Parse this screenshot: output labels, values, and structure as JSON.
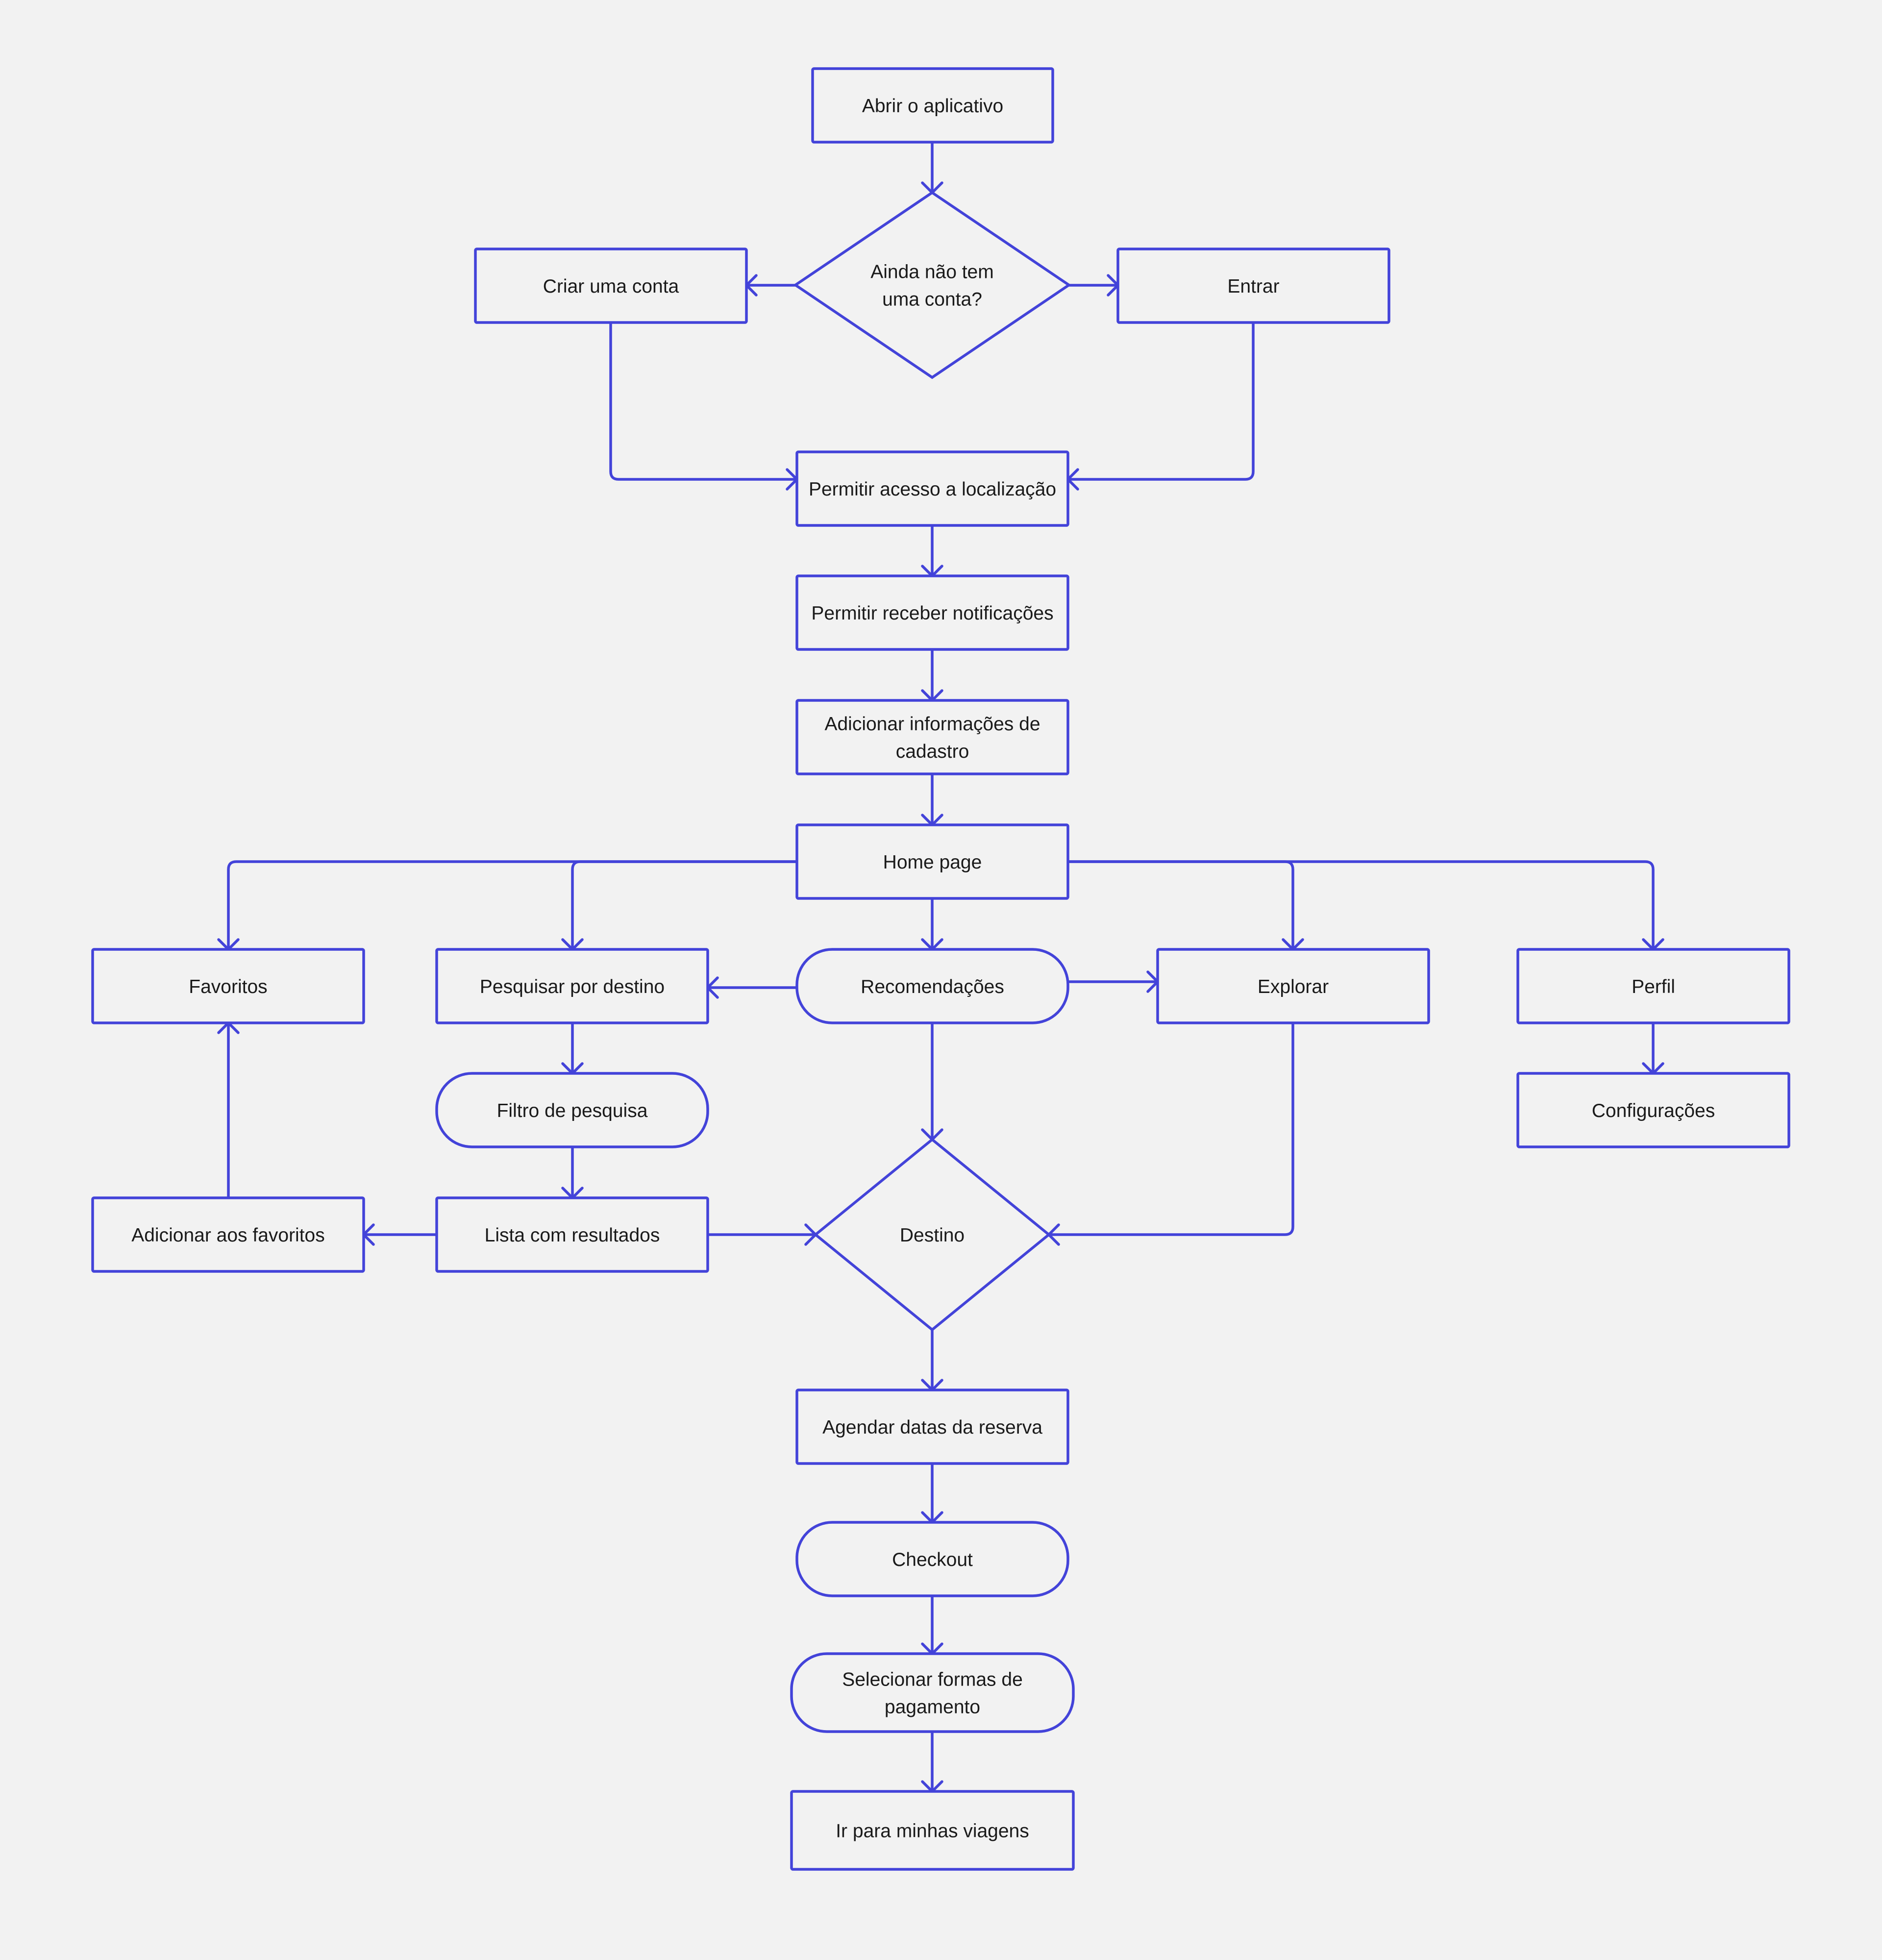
{
  "colors": {
    "background": "#f2f2f2",
    "stroke": "#4343d9",
    "text": "#1a1a1a"
  },
  "nodes": {
    "abrir": {
      "shape": "rect",
      "lines": [
        "Abrir o aplicativo"
      ]
    },
    "ainda": {
      "shape": "diamond",
      "lines": [
        "Ainda não tem",
        "uma conta?"
      ]
    },
    "criar": {
      "shape": "rect",
      "lines": [
        "Criar uma conta"
      ]
    },
    "entrar": {
      "shape": "rect",
      "lines": [
        "Entrar"
      ]
    },
    "permitir_loc": {
      "shape": "rect",
      "lines": [
        "Permitir acesso a localização"
      ]
    },
    "permitir_notif": {
      "shape": "rect",
      "lines": [
        "Permitir receber notificações"
      ]
    },
    "adicionar_info": {
      "shape": "rect",
      "lines": [
        "Adicionar informações de",
        "cadastro"
      ]
    },
    "home": {
      "shape": "rect",
      "lines": [
        "Home page"
      ]
    },
    "favoritos": {
      "shape": "rect",
      "lines": [
        "Favoritos"
      ]
    },
    "pesquisar": {
      "shape": "rect",
      "lines": [
        "Pesquisar por destino"
      ]
    },
    "recomendacoes": {
      "shape": "rounded",
      "lines": [
        "Recomendações"
      ]
    },
    "explorar": {
      "shape": "rect",
      "lines": [
        "Explorar"
      ]
    },
    "perfil": {
      "shape": "rect",
      "lines": [
        "Perfil"
      ]
    },
    "filtro": {
      "shape": "rounded",
      "lines": [
        "Filtro de pesquisa"
      ]
    },
    "configuracoes": {
      "shape": "rect",
      "lines": [
        "Configurações"
      ]
    },
    "adicionar_fav": {
      "shape": "rect",
      "lines": [
        "Adicionar aos favoritos"
      ]
    },
    "lista": {
      "shape": "rect",
      "lines": [
        "Lista com resultados"
      ]
    },
    "destino": {
      "shape": "diamond",
      "lines": [
        "Destino"
      ]
    },
    "agendar": {
      "shape": "rect",
      "lines": [
        "Agendar datas da reserva"
      ]
    },
    "checkout": {
      "shape": "rounded",
      "lines": [
        "Checkout"
      ]
    },
    "selecionar": {
      "shape": "rounded",
      "lines": [
        "Selecionar formas de",
        "pagamento"
      ]
    },
    "ir": {
      "shape": "rect",
      "lines": [
        "Ir para minhas viagens"
      ]
    }
  },
  "edges": [
    {
      "from": "abrir",
      "to": "ainda"
    },
    {
      "from": "ainda",
      "to": "criar"
    },
    {
      "from": "ainda",
      "to": "entrar"
    },
    {
      "from": "criar",
      "to": "permitir_loc"
    },
    {
      "from": "entrar",
      "to": "permitir_loc"
    },
    {
      "from": "permitir_loc",
      "to": "permitir_notif"
    },
    {
      "from": "permitir_notif",
      "to": "adicionar_info"
    },
    {
      "from": "adicionar_info",
      "to": "home"
    },
    {
      "from": "home",
      "to": "favoritos"
    },
    {
      "from": "home",
      "to": "pesquisar"
    },
    {
      "from": "home",
      "to": "recomendacoes"
    },
    {
      "from": "home",
      "to": "explorar"
    },
    {
      "from": "home",
      "to": "perfil"
    },
    {
      "from": "recomendacoes",
      "to": "pesquisar"
    },
    {
      "from": "recomendacoes",
      "to": "explorar"
    },
    {
      "from": "recomendacoes",
      "to": "destino"
    },
    {
      "from": "pesquisar",
      "to": "filtro"
    },
    {
      "from": "perfil",
      "to": "configuracoes"
    },
    {
      "from": "filtro",
      "to": "lista"
    },
    {
      "from": "lista",
      "to": "adicionar_fav"
    },
    {
      "from": "adicionar_fav",
      "to": "favoritos"
    },
    {
      "from": "lista",
      "to": "destino"
    },
    {
      "from": "explorar",
      "to": "destino"
    },
    {
      "from": "destino",
      "to": "agendar"
    },
    {
      "from": "agendar",
      "to": "checkout"
    },
    {
      "from": "checkout",
      "to": "selecionar"
    },
    {
      "from": "selecionar",
      "to": "ir"
    }
  ]
}
